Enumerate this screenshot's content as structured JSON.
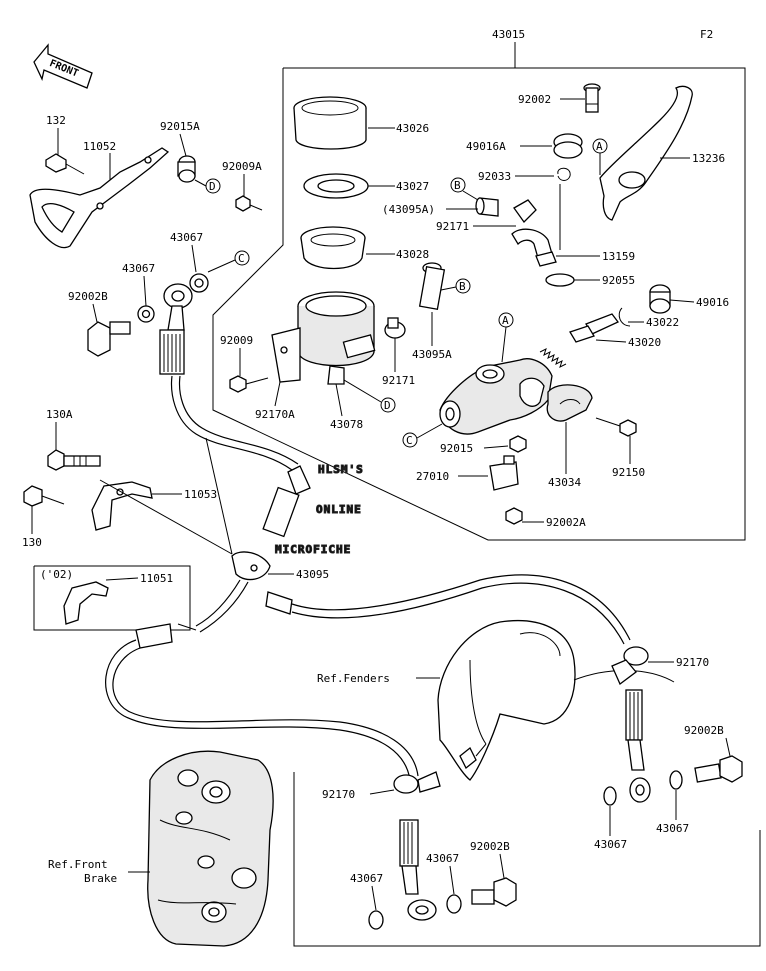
{
  "page_code": "F2",
  "front_label": "FRONT",
  "watermark": [
    "HLSM'S",
    "ONLINE",
    "MICROFICHE"
  ],
  "group_labels": {
    "assembly": "43015",
    "year_note": "('02)",
    "ref_fenders": "Ref.Fenders",
    "ref_front_brake_line1": "Ref.Front",
    "ref_front_brake_line2": "Brake"
  },
  "parts": {
    "p132": "132",
    "p11052": "11052",
    "p92015A": "92015A",
    "p92009A": "92009A",
    "p43067a": "43067",
    "p43067b": "43067",
    "p92002B_a": "92002B",
    "p43026": "43026",
    "p43027": "43027",
    "p43028": "43028",
    "p92002": "92002",
    "p49016A": "49016A",
    "p92033": "92033",
    "p43095A_paren": "(43095A)",
    "p92171a": "92171",
    "p13236": "13236",
    "p13159": "13159",
    "p92055": "92055",
    "p49016": "49016",
    "p43022": "43022",
    "p43020": "43020",
    "p92009": "92009",
    "p92170A": "92170A",
    "p43078": "43078",
    "p92171b": "92171",
    "p43095A": "43095A",
    "p92015": "92015",
    "p27010": "27010",
    "p43034": "43034",
    "p92150": "92150",
    "p92002A": "92002A",
    "p130A": "130A",
    "p11053": "11053",
    "p130": "130",
    "p11051": "11051",
    "p43095": "43095",
    "p92170a": "92170",
    "p92002B_b": "92002B",
    "p92170b": "92170",
    "p43067c": "43067",
    "p43067d": "43067",
    "p43067e": "43067",
    "p43067f": "43067",
    "p92002B_c": "92002B"
  },
  "callouts": {
    "a1": "A",
    "a2": "A",
    "b1": "B",
    "b2": "B",
    "c1": "C",
    "c2": "C",
    "d1": "D",
    "d2": "D"
  }
}
